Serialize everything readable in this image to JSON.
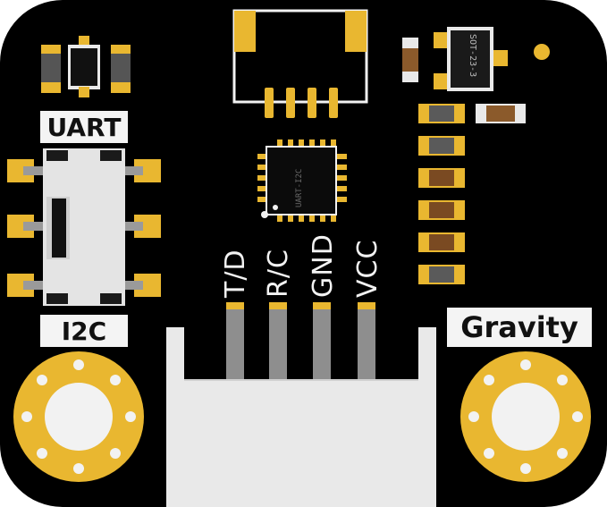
{
  "board": {
    "switch_labels": {
      "top": "UART",
      "bottom": "I2C"
    },
    "pin_labels": [
      "T/D",
      "R/C",
      "GND",
      "VCC"
    ],
    "brand_label": "Gravity",
    "regulator_marking": "SOT-23-3",
    "ic_marking": "UART-I2C"
  },
  "colors": {
    "pcb": "#000000",
    "gold": "#e9b730",
    "silk": "#f2f2f2",
    "connector": "#e9e9e9"
  }
}
